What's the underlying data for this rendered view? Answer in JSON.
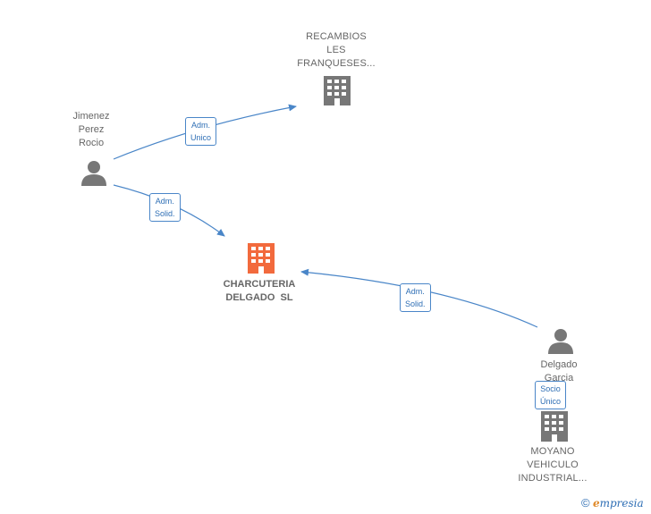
{
  "nodes": {
    "recambios": {
      "lines": [
        "RECAMBIOS",
        "LES",
        "FRANQUESES..."
      ]
    },
    "jimenez": {
      "lines": [
        "Jimenez",
        "Perez",
        "Rocio"
      ]
    },
    "charcuteria": {
      "lines": [
        "CHARCUTERIA",
        "DELGADO  SL"
      ]
    },
    "delgado": {
      "lines": [
        "Delgado",
        "Garcia"
      ]
    },
    "moyano": {
      "lines": [
        "MOYANO",
        "VEHICULO",
        "INDUSTRIAL..."
      ]
    }
  },
  "edges": {
    "jimenez_recambios": {
      "lines": [
        "Adm.",
        "Unico"
      ]
    },
    "jimenez_charcuteria": {
      "lines": [
        "Adm.",
        "Solid."
      ]
    },
    "delgado_charcuteria": {
      "lines": [
        "Adm.",
        "Solid."
      ]
    },
    "delgado_moyano": {
      "lines": [
        "Socio",
        "Único"
      ]
    }
  },
  "colors": {
    "edge": "#4a86c8",
    "main_company": "#f26a3d",
    "company": "#777777",
    "person": "#777777"
  },
  "brand": {
    "copyright": "©",
    "e": "e",
    "rest": "mpresia"
  }
}
